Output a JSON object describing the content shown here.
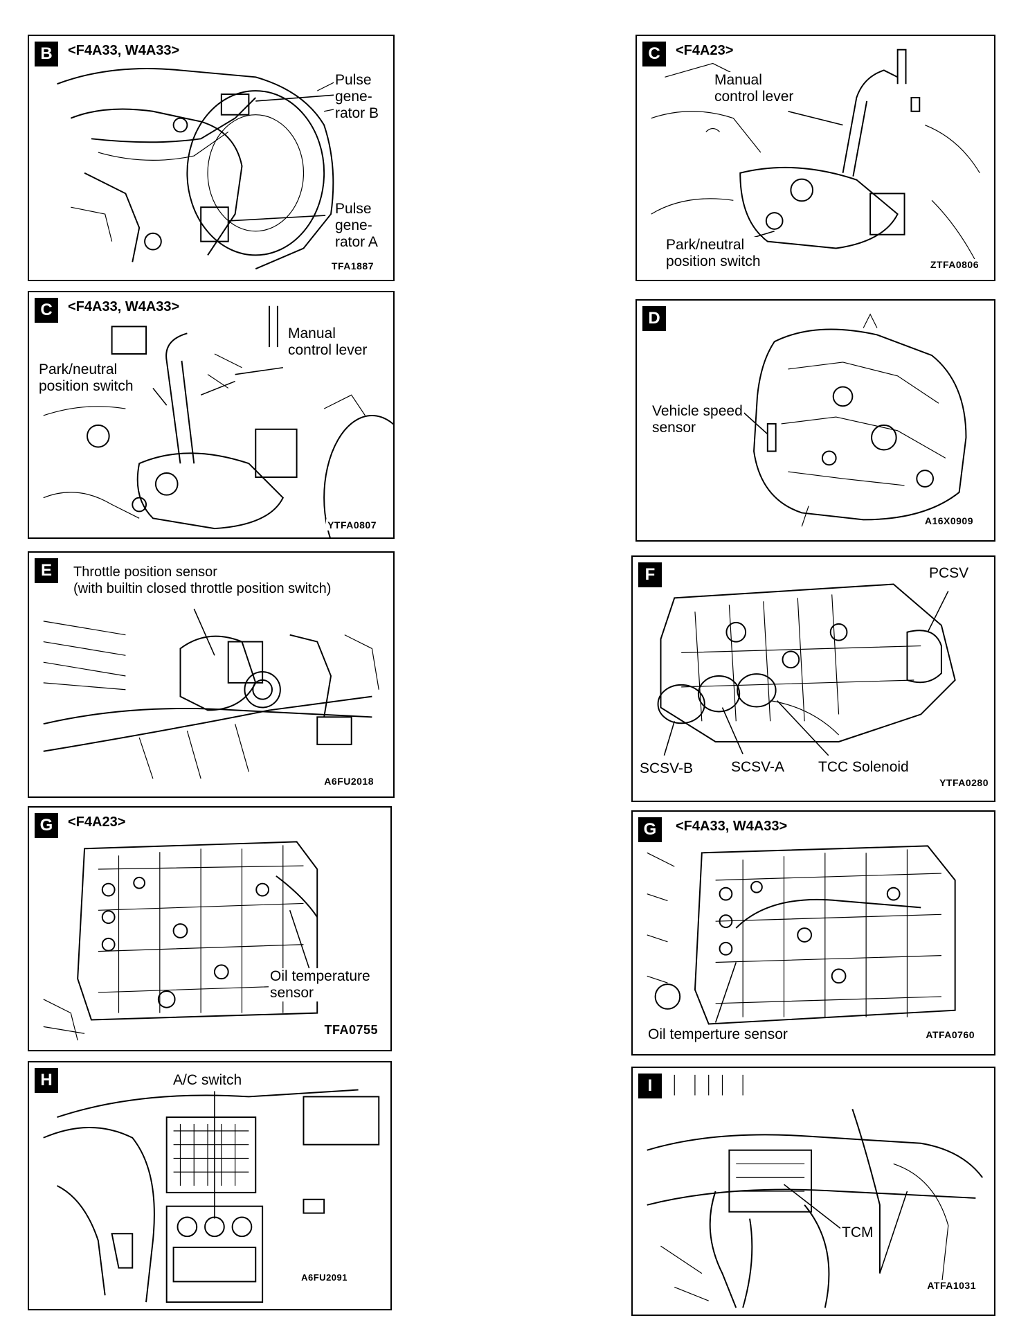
{
  "panels": [
    {
      "id": "B-left",
      "letter": "B",
      "model": "<F4A33, W4A33>",
      "labels": [
        "Pulse\ngene-\nrator B",
        "Pulse\ngene-\nrator A"
      ],
      "code": "TFA1887"
    },
    {
      "id": "C-right",
      "letter": "C",
      "model": "<F4A23>",
      "labels": [
        "Manual\ncontrol lever",
        "Park/neutral\nposition switch"
      ],
      "code": "ZTFA0806"
    },
    {
      "id": "C-left",
      "letter": "C",
      "model": "<F4A33, W4A33>",
      "labels": [
        "Manual\ncontrol lever",
        "Park/neutral\nposition switch"
      ],
      "code": "YTFA0807"
    },
    {
      "id": "D-right",
      "letter": "D",
      "model": "",
      "labels": [
        "Vehicle speed\nsensor"
      ],
      "code": "A16X0909"
    },
    {
      "id": "E-left",
      "letter": "E",
      "model": "",
      "labels": [
        "Throttle position sensor\n(with builtin closed throttle position switch)"
      ],
      "code": "A6FU2018"
    },
    {
      "id": "F-right",
      "letter": "F",
      "model": "",
      "labels": [
        "PCSV",
        "SCSV-B",
        "SCSV-A",
        "TCC Solenoid"
      ],
      "code": "YTFA0280"
    },
    {
      "id": "G-left",
      "letter": "G",
      "model": "<F4A23>",
      "labels": [
        "Oil temperature\nsensor"
      ],
      "code": "TFA0755"
    },
    {
      "id": "G-right",
      "letter": "G",
      "model": "<F4A33, W4A33>",
      "labels": [
        "Oil temperture sensor"
      ],
      "code": "ATFA0760"
    },
    {
      "id": "H-left",
      "letter": "H",
      "model": "",
      "labels": [
        "A/C switch"
      ],
      "code": "A6FU2091"
    },
    {
      "id": "I-right",
      "letter": "I",
      "model": "",
      "labels": [
        "TCM"
      ],
      "code": "ATFA1031"
    }
  ]
}
